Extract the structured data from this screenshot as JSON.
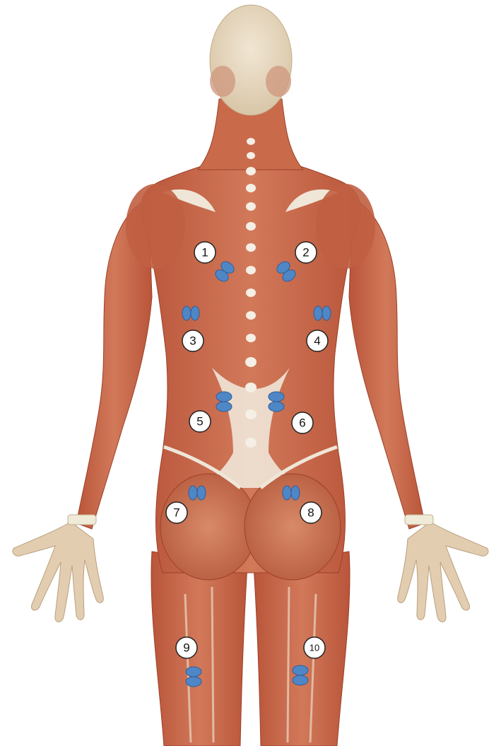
{
  "colors": {
    "skin": "#e9d7bf",
    "muscle": "#c8684a",
    "muscle_dark": "#a9472d",
    "tendon": "#f2ece2",
    "electrode": "#4f86c6",
    "electrode_stroke": "#2f5f99",
    "marker_fill": "#ffffff",
    "marker_stroke": "#222222"
  },
  "electrode_sites": [
    {
      "label": "1",
      "muscle": "upper-trapezius-left"
    },
    {
      "label": "2",
      "muscle": "upper-trapezius-right"
    },
    {
      "label": "3",
      "muscle": "latissimus-left"
    },
    {
      "label": "4",
      "muscle": "latissimus-right"
    },
    {
      "label": "5",
      "muscle": "erector-spinae-left"
    },
    {
      "label": "6",
      "muscle": "erector-spinae-right"
    },
    {
      "label": "7",
      "muscle": "gluteus-left"
    },
    {
      "label": "8",
      "muscle": "gluteus-right"
    },
    {
      "label": "9",
      "muscle": "hamstring-left"
    },
    {
      "label": "10",
      "muscle": "hamstring-right"
    }
  ]
}
